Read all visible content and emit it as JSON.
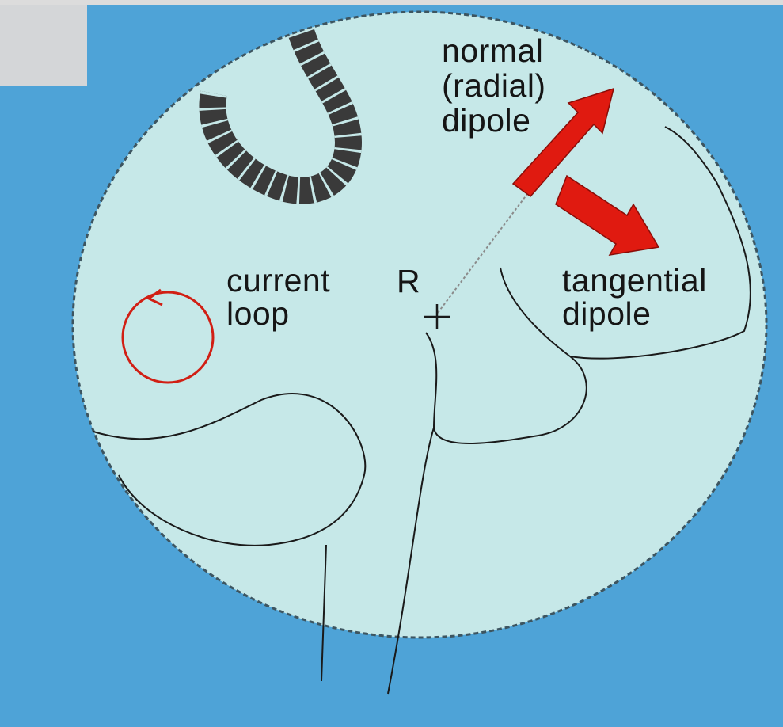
{
  "colors": {
    "background": "#4ea3d7",
    "head": "#c6e8e8",
    "outline": "#1a1a1a",
    "arrow": "#e01a10",
    "loop": "#d11f14",
    "cortex": "#3a3a3a"
  },
  "labels": {
    "normal_dipole": [
      "normal",
      "(radial)",
      "dipole"
    ],
    "tangential_dipole": [
      "tangential",
      "dipole"
    ],
    "current_loop": [
      "current",
      "loop"
    ],
    "center": "R"
  },
  "icons": {
    "center_marker": "plus-icon",
    "loop_arrow": "arrowhead-icon"
  }
}
